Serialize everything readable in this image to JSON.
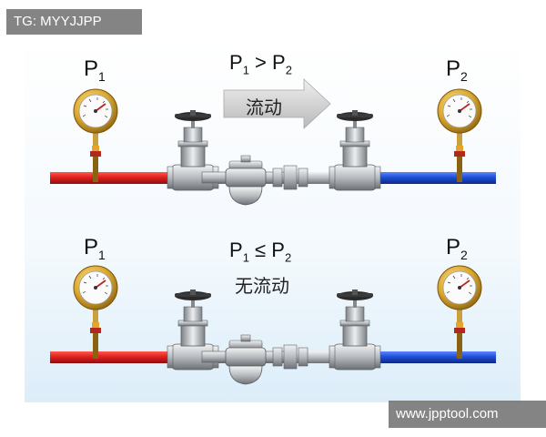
{
  "watermarks": {
    "top": "TG: MYYJJPP",
    "bottom": "www.jpptool.com"
  },
  "top_scene": {
    "left_gauge": {
      "base": "P",
      "sub": "1"
    },
    "right_gauge": {
      "base": "P",
      "sub": "2"
    },
    "condition": {
      "a": "P",
      "a_sub": "1",
      "op": ">",
      "b": "P",
      "b_sub": "2"
    },
    "flow_label": "流动"
  },
  "bottom_scene": {
    "left_gauge": {
      "base": "P",
      "sub": "1"
    },
    "right_gauge": {
      "base": "P",
      "sub": "2"
    },
    "condition": {
      "a": "P",
      "a_sub": "1",
      "op": "≤",
      "b": "P",
      "b_sub": "2"
    },
    "flow_label": "无流动"
  },
  "colors": {
    "inlet_pipe": "#d81e1e",
    "outlet_pipe": "#1f4fd8",
    "gauge_ring": "#d9a62c",
    "valve_body": "#b8bcc0",
    "handwheel": "#2a2a2a",
    "arrow": "#d0d0d0"
  }
}
